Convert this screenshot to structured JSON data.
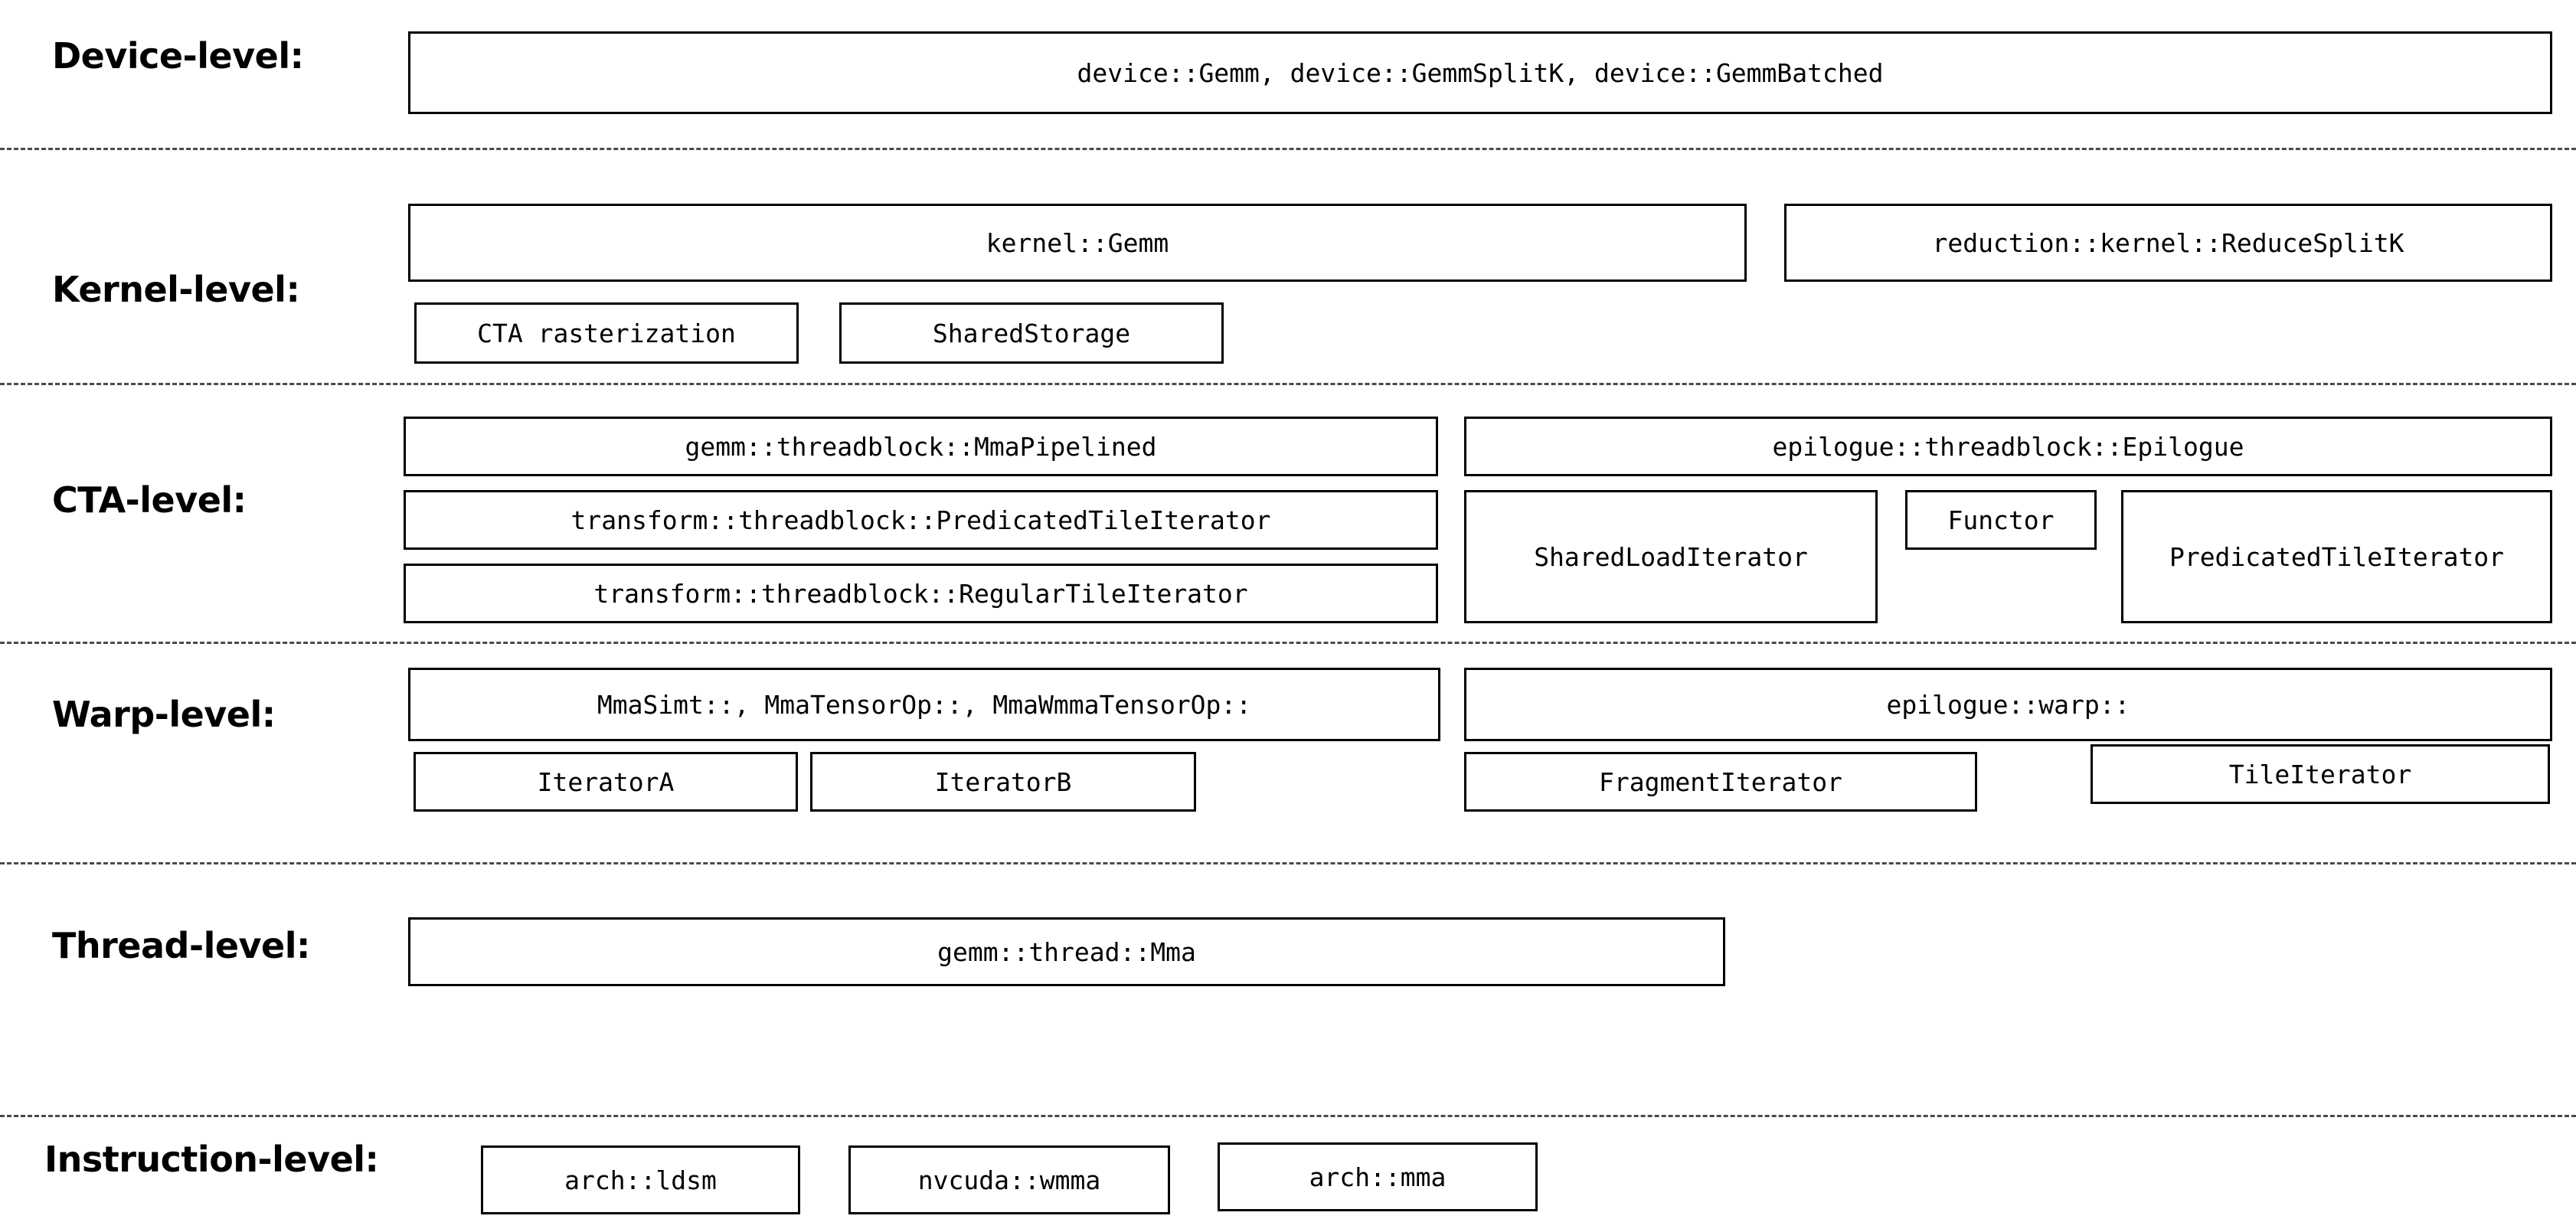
{
  "diagram": {
    "title": "CUTLASS GEMM hierarchy levels",
    "background_color": "#ffffff",
    "line_color": "#000000",
    "divider_color": "#4a4a4a"
  },
  "levels": [
    {
      "id": "device",
      "label": "Device-level:",
      "boxes": [
        {
          "id": "device-gemm",
          "text": "device::Gemm, device::GemmSplitK, device::GemmBatched"
        }
      ]
    },
    {
      "id": "kernel",
      "label": "Kernel-level:",
      "boxes": [
        {
          "id": "kernel-gemm",
          "text": "kernel::Gemm"
        },
        {
          "id": "reduction-kernel-reducesplitk",
          "text": "reduction::kernel::ReduceSplitK"
        },
        {
          "id": "cta-rasterization",
          "text": "CTA rasterization"
        },
        {
          "id": "shared-storage",
          "text": "SharedStorage"
        }
      ]
    },
    {
      "id": "cta",
      "label": "CTA-level:",
      "boxes": [
        {
          "id": "gemm-threadblock-mmapipelined",
          "text": "gemm::threadblock::MmaPipelined"
        },
        {
          "id": "transform-threadblock-predicatedtileiterator",
          "text": "transform::threadblock::PredicatedTileIterator"
        },
        {
          "id": "transform-threadblock-regulartileiterator",
          "text": "transform::threadblock::RegularTileIterator"
        },
        {
          "id": "epilogue-threadblock-epilogue",
          "text": "epilogue::threadblock::Epilogue"
        },
        {
          "id": "shared-load-iterator",
          "text": "SharedLoadIterator"
        },
        {
          "id": "functor",
          "text": "Functor"
        },
        {
          "id": "predicated-tile-iterator",
          "text": "PredicatedTileIterator"
        }
      ]
    },
    {
      "id": "warp",
      "label": "Warp-level:",
      "boxes": [
        {
          "id": "mma-ops",
          "text": "MmaSimt::, MmaTensorOp::, MmaWmmaTensorOp::"
        },
        {
          "id": "epilogue-warp",
          "text": "epilogue::warp::"
        },
        {
          "id": "iterator-a",
          "text": "IteratorA"
        },
        {
          "id": "iterator-b",
          "text": "IteratorB"
        },
        {
          "id": "fragment-iterator",
          "text": "FragmentIterator"
        },
        {
          "id": "tile-iterator",
          "text": "TileIterator"
        }
      ]
    },
    {
      "id": "thread",
      "label": "Thread-level:",
      "boxes": [
        {
          "id": "gemm-thread-mma",
          "text": "gemm::thread::Mma"
        }
      ]
    },
    {
      "id": "instruction",
      "label": "Instruction-level:",
      "boxes": [
        {
          "id": "arch-ldsm",
          "text": "arch::ldsm"
        },
        {
          "id": "nvcuda-wmma",
          "text": "nvcuda::wmma"
        },
        {
          "id": "arch-mma",
          "text": "arch::mma"
        }
      ]
    }
  ]
}
